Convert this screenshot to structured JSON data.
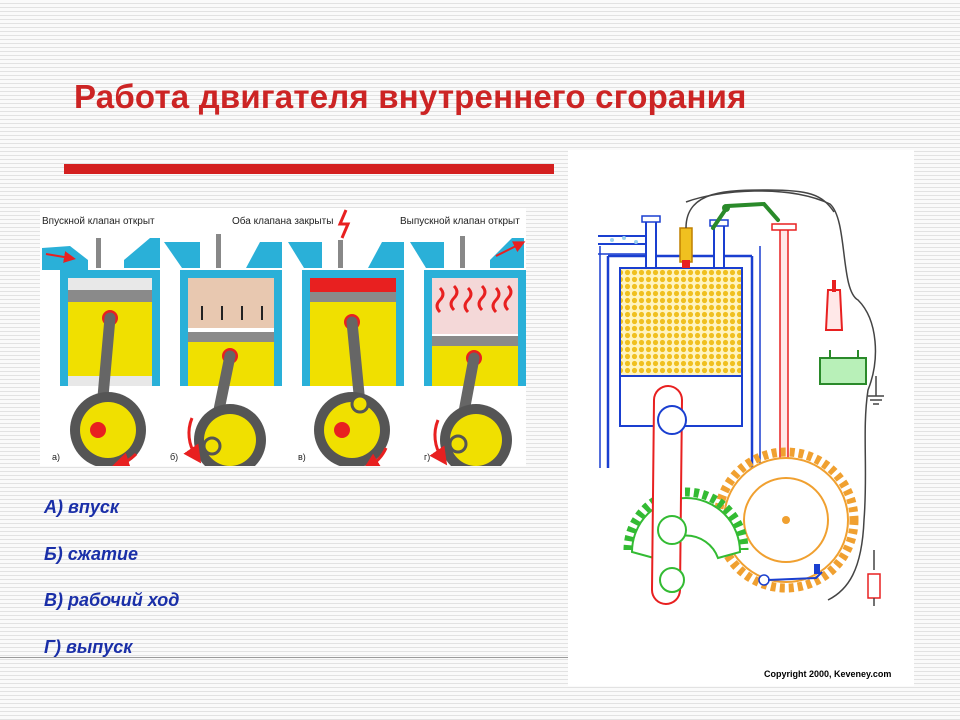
{
  "slide": {
    "title": "Работа двигателя внутреннего сгорания"
  },
  "strokes_figure": {
    "header_labels": [
      "Впускной клапан открыт",
      "Оба клапана закрыты",
      "Выпускной клапан открыт"
    ],
    "panel_labels": [
      "а)",
      "б)",
      "в)",
      "г)"
    ]
  },
  "legend": {
    "items": [
      "А) впуск",
      "Б) сжатие",
      "В) рабочий ход",
      "Г) выпуск"
    ]
  },
  "engine_animation": {
    "copyright": "Copyright 2000, Keveney.com"
  },
  "colors": {
    "title": "#cc2424",
    "rule": "#d42020",
    "legend_text": "#1a2fa8",
    "cylinder_wall": "#2ab0d8",
    "piston_yellow": "#f0e000",
    "crank_red": "#e82020",
    "gear_green": "#33bb33",
    "gear_orange": "#f0a030",
    "engine_blue": "#1a3fd0"
  }
}
